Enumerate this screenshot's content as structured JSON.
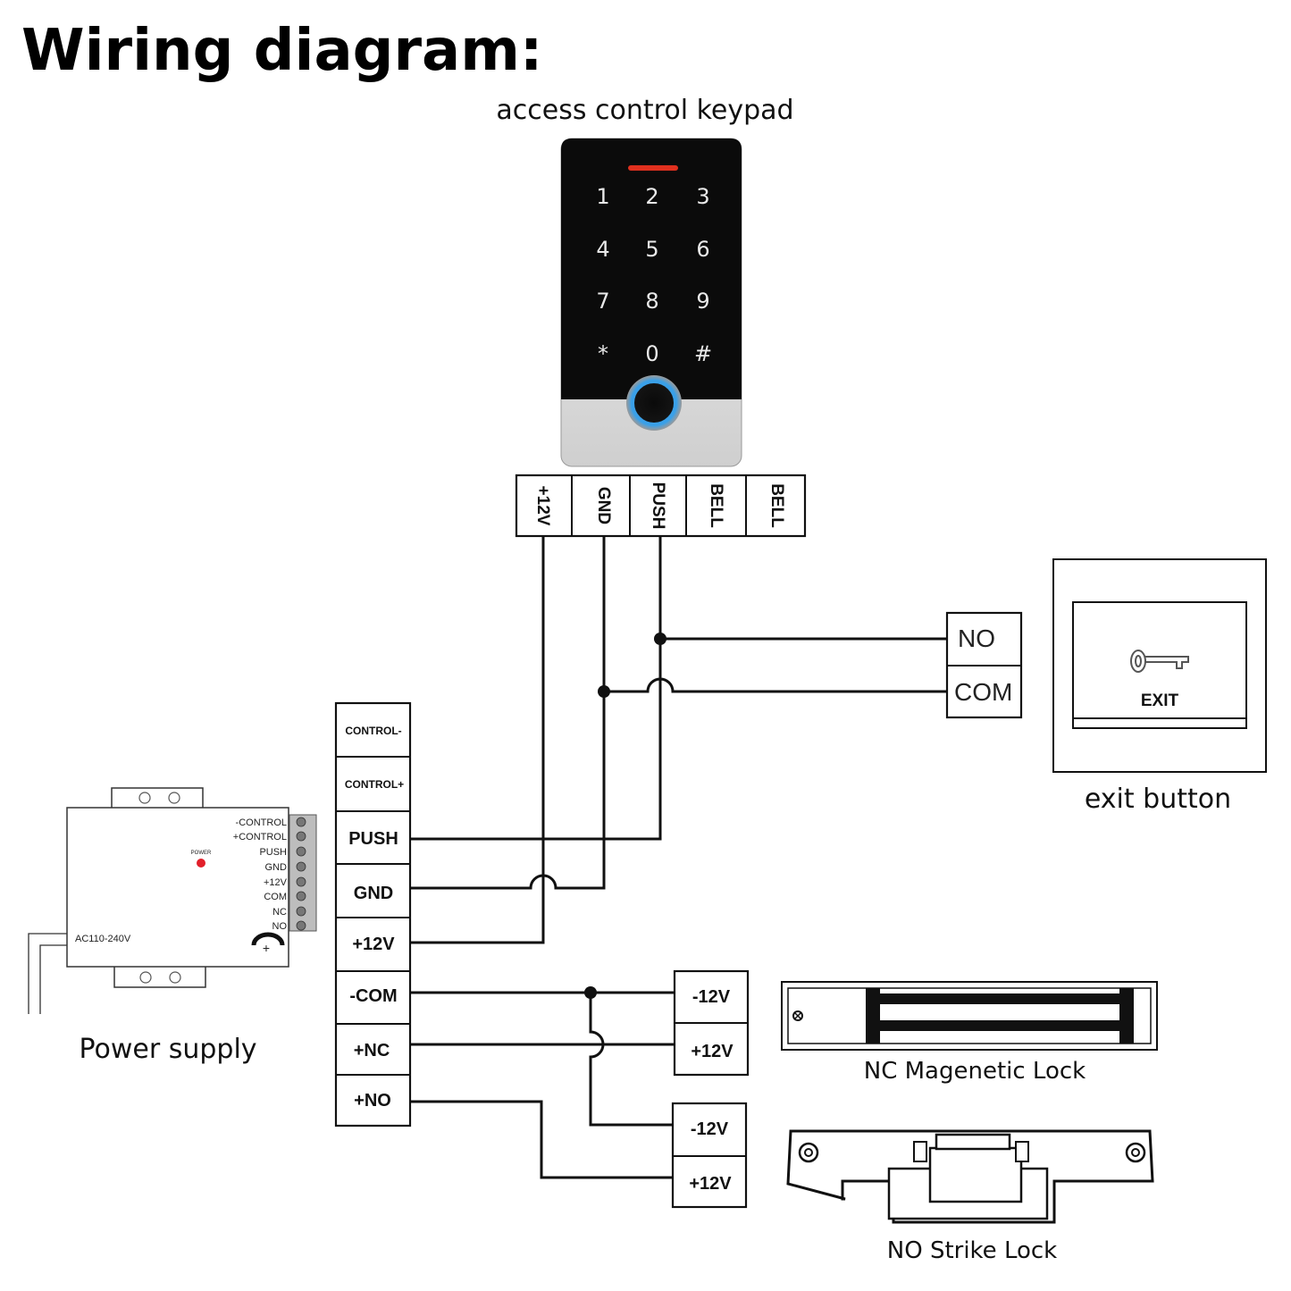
{
  "title": "Wiring diagram:",
  "keypad": {
    "caption": "access control keypad",
    "keys": [
      "1",
      "2",
      "3",
      "4",
      "5",
      "6",
      "7",
      "8",
      "9",
      "*",
      "0",
      "#"
    ],
    "terminals": [
      "+12V",
      "GND",
      "PUSH",
      "BELL",
      "BELL"
    ]
  },
  "exit_button": {
    "caption": "exit button",
    "label": "EXIT",
    "terminals": [
      "NO",
      "COM"
    ]
  },
  "power_supply": {
    "caption": "Power supply",
    "device_terminals": [
      "-CONTROL",
      "+CONTROL",
      "PUSH",
      "GND",
      "+12V",
      "COM",
      "NC",
      "NO"
    ],
    "power_label": "POWER",
    "ac_label": "AC110-240V",
    "terminal_block": [
      "CONTROL-",
      "CONTROL+",
      "PUSH",
      "GND",
      "+12V",
      "-COM",
      "+NC",
      "+NO"
    ]
  },
  "nc_lock": {
    "caption": "NC Magenetic Lock",
    "terminals": [
      "-12V",
      "+12V"
    ]
  },
  "no_lock": {
    "caption": "NO Strike Lock",
    "terminals": [
      "-12V",
      "+12V"
    ]
  },
  "colors": {
    "keypad_body": "#0b0b0b",
    "indicator": "#e0301e",
    "fingerprint_ring": "#3aa0e8",
    "power_led": "#e21f2a"
  }
}
